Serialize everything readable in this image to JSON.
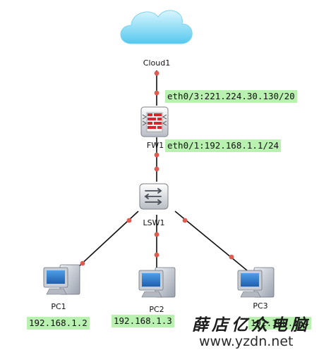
{
  "nodes": {
    "cloud": {
      "label": "Cloud1"
    },
    "firewall": {
      "label": "FW1"
    },
    "switch": {
      "label": "LSW1"
    },
    "pc1": {
      "label": "PC1"
    },
    "pc2": {
      "label": "PC2"
    },
    "pc3": {
      "label": "PC3"
    }
  },
  "interfaces": {
    "fw_outside": "eth0/3:221.224.30.130/20",
    "fw_inside": "eth0/1:192.168.1.1/24"
  },
  "addresses": {
    "pc1": "192.168.1.2",
    "pc2": "192.168.1.3",
    "pc3": "192.168.1.4"
  },
  "watermark": {
    "brand": "薛店亿众电脑",
    "url": "www.yzdn.net"
  },
  "colors": {
    "link": "#111111",
    "link_endpoint": "#e05a4e",
    "ip_tag_bg": "#b9f1b0"
  }
}
